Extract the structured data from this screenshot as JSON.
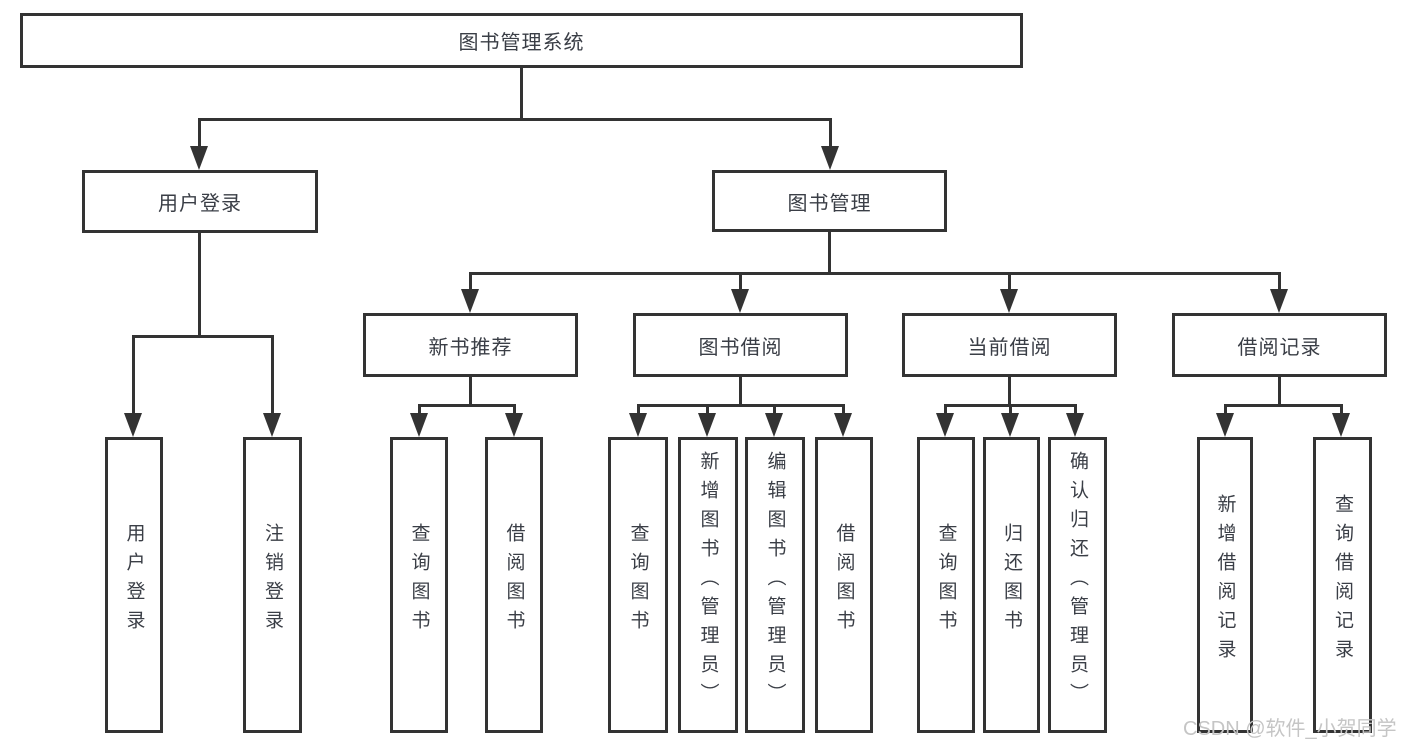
{
  "diagram": {
    "title": "图书管理系统",
    "type": "function-structure-tree",
    "colors": {
      "line": "#333333",
      "text": "#3a3e46",
      "background": "#ffffff",
      "watermark": "#c5c5c5"
    },
    "watermark": {
      "text": "CSDN @软件_小贺同学"
    },
    "nodes": {
      "root": {
        "label": "图书管理系统"
      },
      "level1": [
        {
          "label": "用户登录",
          "parent": "图书管理系统"
        },
        {
          "label": "图书管理",
          "parent": "图书管理系统"
        }
      ],
      "level2": [
        {
          "label": "新书推荐",
          "parent": "图书管理"
        },
        {
          "label": "图书借阅",
          "parent": "图书管理"
        },
        {
          "label": "当前借阅",
          "parent": "图书管理"
        },
        {
          "label": "借阅记录",
          "parent": "图书管理"
        }
      ],
      "leaves": [
        {
          "label": "用户登录",
          "parent": "用户登录"
        },
        {
          "label": "注销登录",
          "parent": "用户登录"
        },
        {
          "label": "查询图书",
          "parent": "新书推荐"
        },
        {
          "label": "借阅图书",
          "parent": "新书推荐"
        },
        {
          "label": "查询图书",
          "parent": "图书借阅"
        },
        {
          "label": "新增图书（管理员）",
          "parent": "图书借阅"
        },
        {
          "label": "编辑图书（管理员）",
          "parent": "图书借阅"
        },
        {
          "label": "借阅图书",
          "parent": "图书借阅"
        },
        {
          "label": "查询图书",
          "parent": "当前借阅"
        },
        {
          "label": "归还图书",
          "parent": "当前借阅"
        },
        {
          "label": "确认归还（管理员）",
          "parent": "当前借阅"
        },
        {
          "label": "新增借阅记录",
          "parent": "借阅记录"
        },
        {
          "label": "查询借阅记录",
          "parent": "借阅记录"
        }
      ]
    }
  }
}
